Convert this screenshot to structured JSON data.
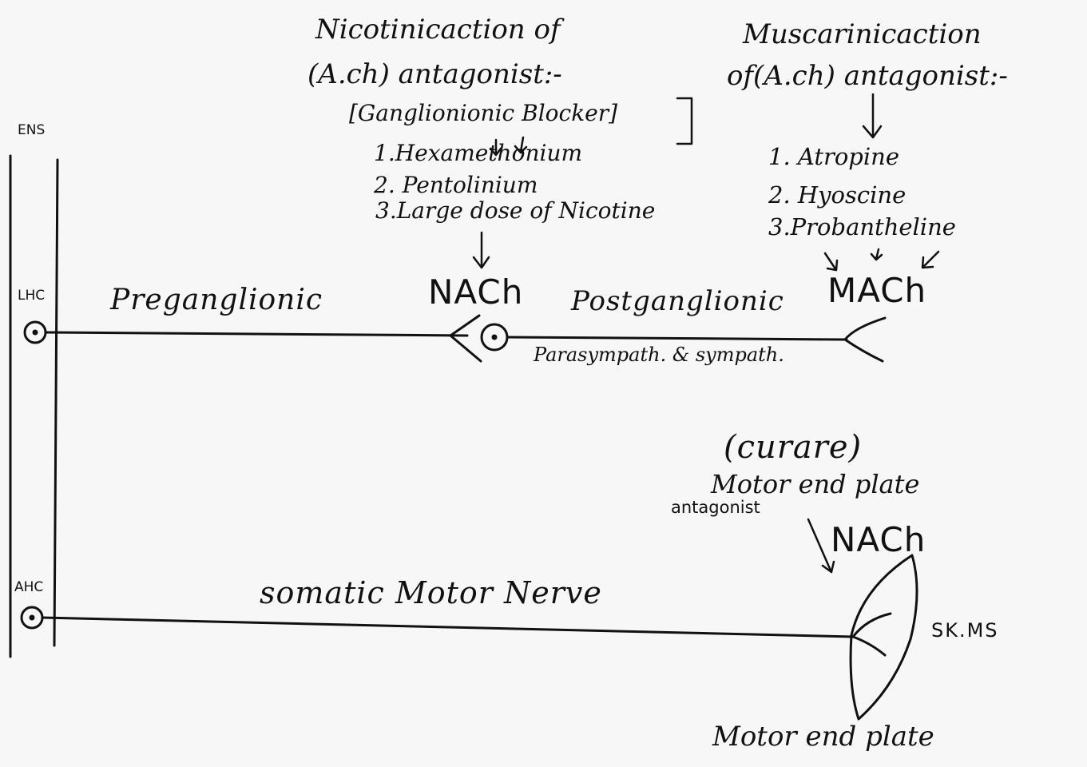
{
  "nicotinic": {
    "heading_line1": "Nicotinicaction of",
    "heading_line2": "(A.ch) antagonist:-",
    "blocker": "[Ganglionionic Blocker]",
    "items": [
      "1.Hexamethonium",
      "2. Pentolinium",
      "3.Large dose of Nicotine"
    ]
  },
  "muscarinic": {
    "heading_line1": "Muscarinicaction",
    "heading_line2": "of(A.ch) antagonist:-",
    "items": [
      "1. Atropine",
      "2. Hyoscine",
      "3.Probantheline"
    ]
  },
  "labels": {
    "ens": "ENS",
    "lhc": "LHC",
    "ahc": "AHC",
    "preganglionic": "Preganglionic",
    "nach_top": "NACh",
    "postganglionic": "Postganglionic",
    "mach": "MACh",
    "parasym": "Parasympath. & sympath.",
    "curare": "(curare)",
    "motor_end_plate_top": "Motor end plate",
    "antagonist": "antagonist",
    "nach_bottom": "NACh",
    "somatic": "somatic Motor Nerve",
    "skms": "SK.MS",
    "motor_end_plate_bottom": "Motor end plate"
  }
}
